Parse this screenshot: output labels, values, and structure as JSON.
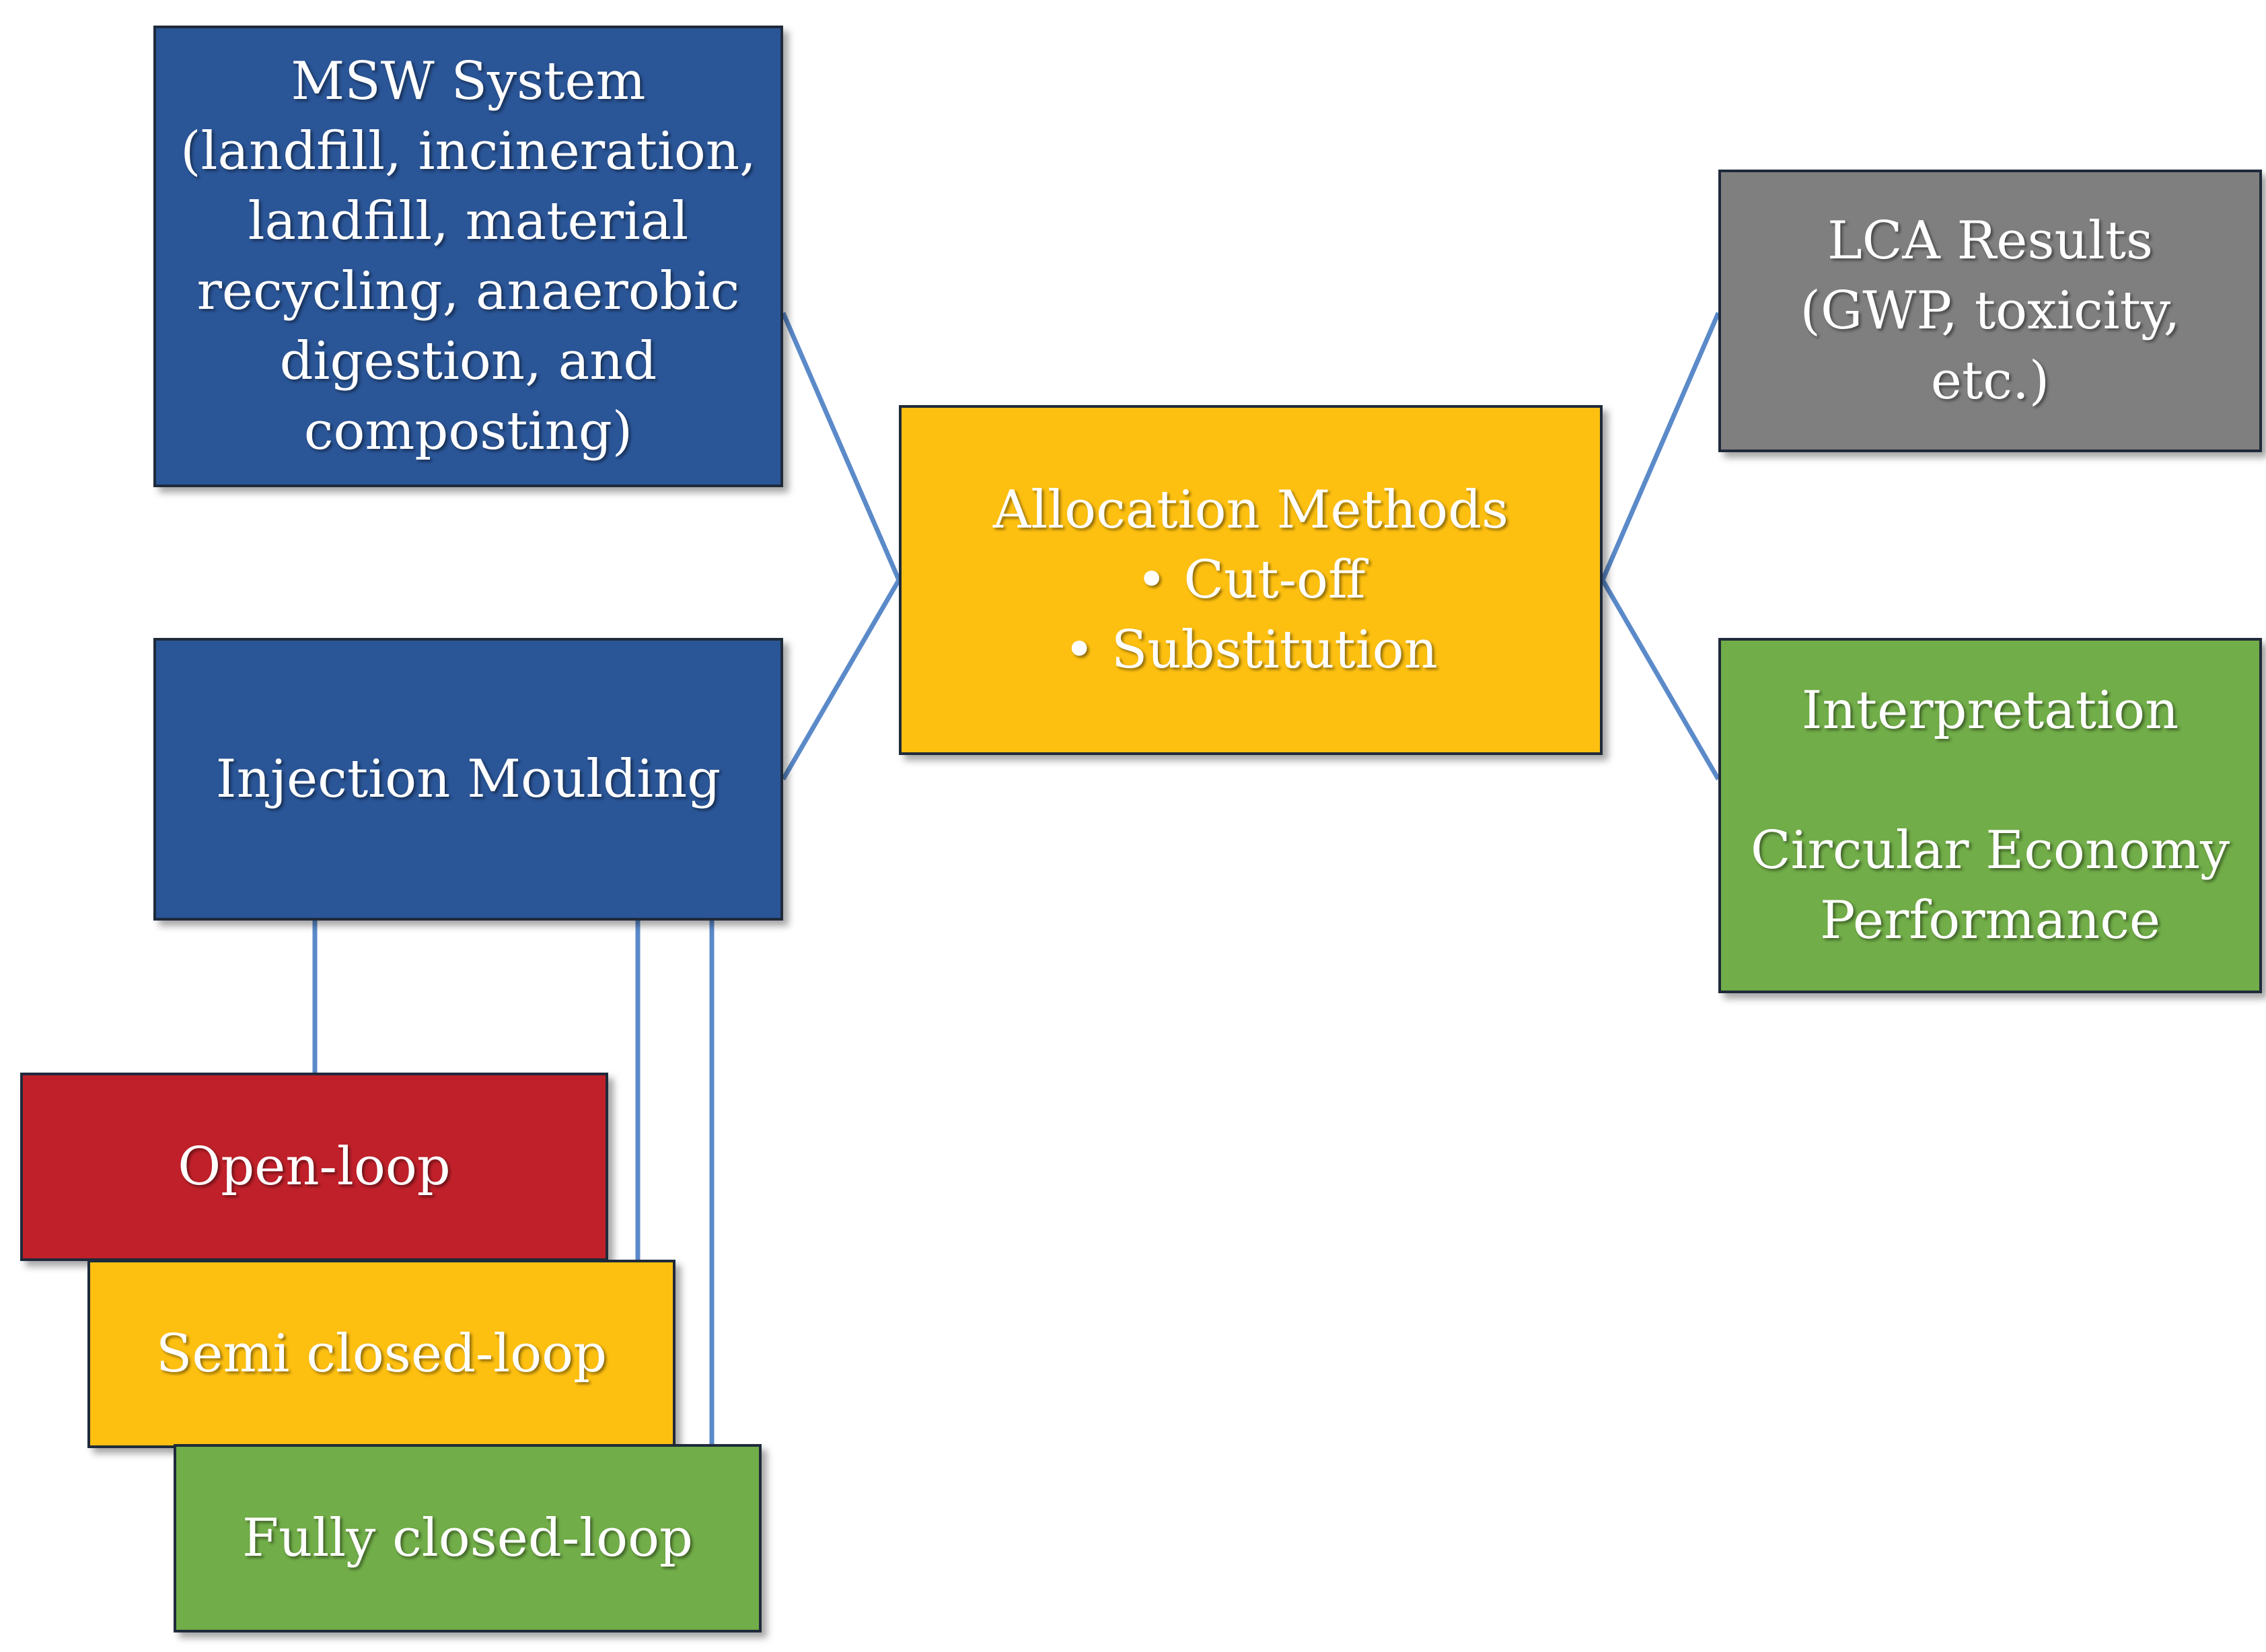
{
  "colors": {
    "blue": "#2a5597",
    "yellow": "#fec010",
    "gray": "#7f7f7f",
    "green": "#71ad48",
    "red": "#c0202a",
    "connector": "#5b8ac9"
  },
  "nodes": {
    "msw_system": {
      "lines": [
        "MSW System",
        "(landfill, incineration,",
        "landfill, material",
        "recycling, anaerobic",
        "digestion, and",
        "composting)"
      ]
    },
    "injection_moulding": {
      "label": "Injection Moulding"
    },
    "allocation_methods": {
      "title": "Allocation Methods",
      "items": [
        "• Cut-off",
        "• Substitution"
      ]
    },
    "lca_results": {
      "lines": [
        "LCA Results",
        "(GWP, toxicity,",
        "etc.)"
      ]
    },
    "interpretation": {
      "title": "Interpretation",
      "subtitle_lines": [
        "Circular Economy",
        "Performance"
      ]
    },
    "open_loop": {
      "label": "Open-loop"
    },
    "semi_closed_loop": {
      "label": "Semi closed-loop"
    },
    "fully_closed_loop": {
      "label": "Fully closed-loop"
    }
  },
  "edges": [
    {
      "from": "msw_system",
      "to": "allocation_methods"
    },
    {
      "from": "injection_moulding",
      "to": "allocation_methods"
    },
    {
      "from": "allocation_methods",
      "to": "lca_results"
    },
    {
      "from": "allocation_methods",
      "to": "interpretation"
    },
    {
      "from": "injection_moulding",
      "to": "open_loop"
    },
    {
      "from": "injection_moulding",
      "to": "semi_closed_loop"
    },
    {
      "from": "injection_moulding",
      "to": "fully_closed_loop"
    }
  ]
}
